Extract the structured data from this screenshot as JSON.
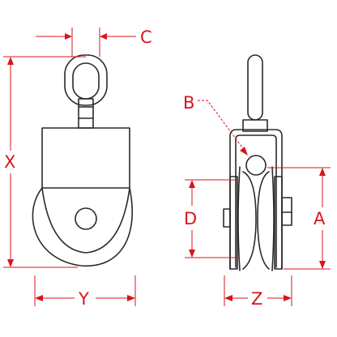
{
  "labels": {
    "c": "C",
    "b": "B",
    "x": "X",
    "d": "D",
    "a": "A",
    "y": "Y",
    "z": "Z"
  },
  "colors": {
    "dimension": "#d8141c",
    "outline": "#2a2a2a",
    "background": "#ffffff"
  }
}
